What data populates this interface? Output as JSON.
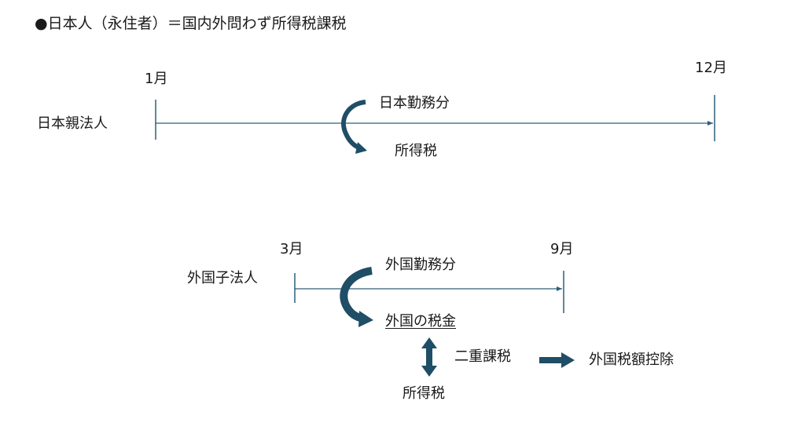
{
  "title": "●日本人（永住者）＝国内外問わず所得税課税",
  "top": {
    "entity": "日本親法人",
    "start_month": "1月",
    "end_month": "12月",
    "work_portion": "日本勤務分",
    "tax": "所得税"
  },
  "bottom": {
    "entity": "外国子法人",
    "start_month": "3月",
    "end_month": "9月",
    "work_portion": "外国勤務分",
    "foreign_tax": "外国の税金",
    "double_tax": "二重課税",
    "credit": "外国税額控除",
    "tax": "所得税"
  },
  "colors": {
    "line": "#2e5f7a",
    "arrow": "#1f4e66"
  }
}
